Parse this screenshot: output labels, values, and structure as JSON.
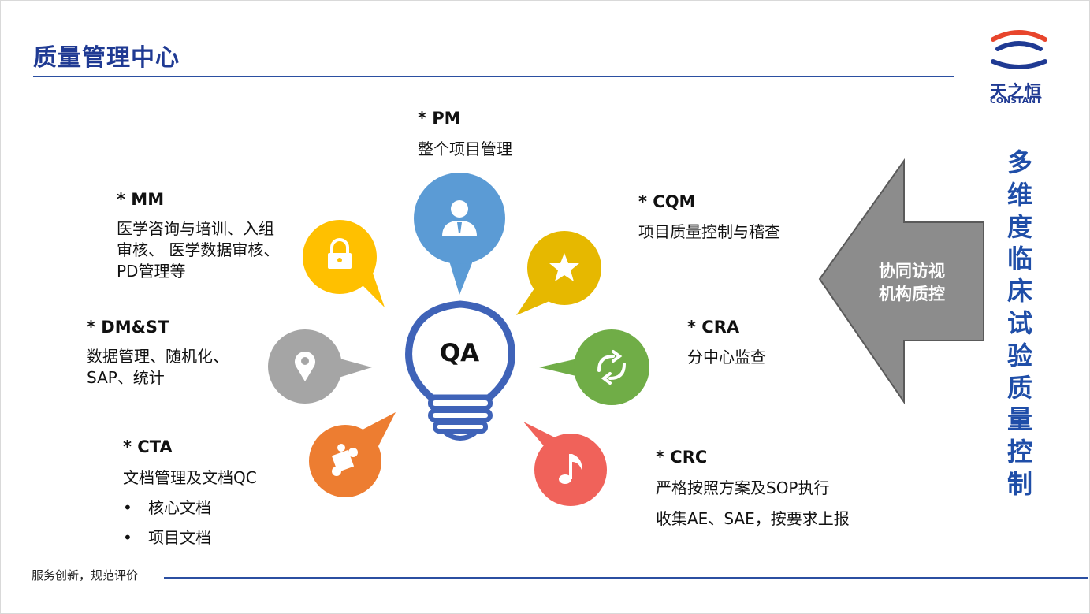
{
  "page_title": "质量管理中心",
  "logo": {
    "name_cn": "天之恒",
    "name_en": "CONSTANT",
    "color": "#1f3a93",
    "accent": "#e8452c"
  },
  "center": {
    "label": "QA",
    "icon": "lightbulb-icon",
    "color": "#3f63b8"
  },
  "nodes": [
    {
      "id": "pm",
      "title": "*  PM",
      "lines": [
        "整个项目管理"
      ],
      "bullets": [],
      "icon": "user-icon",
      "color": "#5b9bd5"
    },
    {
      "id": "cqm",
      "title": "* CQM",
      "lines": [
        "项目质量控制与稽查"
      ],
      "bullets": [],
      "icon": "star-icon",
      "color": "#e6b800"
    },
    {
      "id": "cra",
      "title": "* CRA",
      "lines": [
        "分中心监查"
      ],
      "bullets": [],
      "icon": "refresh-icon",
      "color": "#70ad47"
    },
    {
      "id": "crc",
      "title": "* CRC",
      "lines": [
        "严格按照方案及SOP执行",
        "收集AE、SAE，按要求上报"
      ],
      "bullets": [],
      "icon": "music-note-icon",
      "color": "#f0625a"
    },
    {
      "id": "cta",
      "title": "*  CTA",
      "lines": [
        "文档管理及文档QC"
      ],
      "bullets": [
        "核心文档",
        "项目文档"
      ],
      "icon": "puzzle-icon",
      "color": "#ed7d31"
    },
    {
      "id": "dmst",
      "title": "*  DM&ST",
      "lines": [
        "数据管理、随机化、",
        "SAP、统计"
      ],
      "bullets": [],
      "icon": "location-pin-icon",
      "color": "#a5a5a5"
    },
    {
      "id": "mm",
      "title": "* MM",
      "lines": [
        "医学咨询与培训、入组",
        "审核、 医学数据审核、",
        "PD管理等"
      ],
      "bullets": [],
      "icon": "lock-icon",
      "color": "#ffc000"
    }
  ],
  "side_arrow": {
    "lines": [
      "协同访视",
      "机构质控"
    ],
    "color": "#8c8c8c"
  },
  "vertical_title": [
    "多",
    "维",
    "度",
    "临",
    "床",
    "试",
    "验",
    "质",
    "量",
    "控",
    "制"
  ],
  "footer": "服务创新，规范评价"
}
